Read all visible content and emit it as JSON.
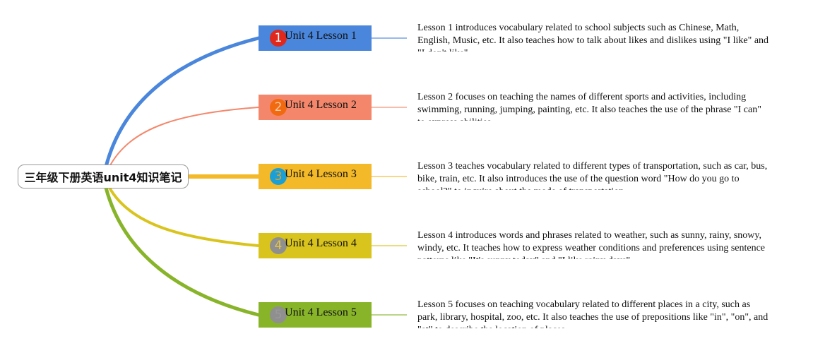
{
  "root": {
    "title": "三年级下册英语unit4知识笔记"
  },
  "lessons": [
    {
      "number": "1",
      "title": "Unit 4 Lesson 1",
      "description": "Lesson 1 introduces vocabulary related to school subjects such as Chinese, Math, English, Music, etc. It also teaches how to talk about likes and dislikes using \"I like\" and \"I don't like\".",
      "color": "#4a86db",
      "badge_color": "#e0281d",
      "badge_text_color": "#ffffff"
    },
    {
      "number": "2",
      "title": "Unit 4 Lesson 2",
      "description": "Lesson 2 focuses on teaching the names of different sports and activities, including swimming, running, jumping, painting, etc. It also teaches the use of the phrase \"I can\" to express abilities.",
      "color": "#f4876b",
      "badge_color": "#f26a10",
      "badge_text_color": "#f7c9a6"
    },
    {
      "number": "3",
      "title": "Unit 4 Lesson 3",
      "description": "Lesson 3 teaches vocabulary related to different types of transportation, such as car, bus, bike, train, etc. It also introduces the use of the question word \"How do you go to school?\" to inquire about the mode of transportation.",
      "color": "#f3b928",
      "badge_color": "#1aa0d6",
      "badge_text_color": "#e8a020"
    },
    {
      "number": "4",
      "title": "Unit 4 Lesson 4",
      "description": "Lesson 4 introduces words and phrases related to weather, such as sunny, rainy, snowy, windy, etc. It teaches how to express weather conditions and preferences using sentence patterns like \"It's sunny today\" and \"I like rainy days\".",
      "color": "#d9c41e",
      "badge_color": "#8f8f8f",
      "badge_text_color": "#e3c44a"
    },
    {
      "number": "5",
      "title": "Unit 4 Lesson 5",
      "description": "Lesson 5 focuses on teaching vocabulary related to different places in a city, such as park, library, hospital, zoo, etc. It also teaches the use of prepositions like \"in\", \"on\", and \"at\" to describe the location of places.",
      "color": "#88b42a",
      "badge_color": "#8f8f8f",
      "badge_text_color": "#9a9a9a"
    }
  ]
}
